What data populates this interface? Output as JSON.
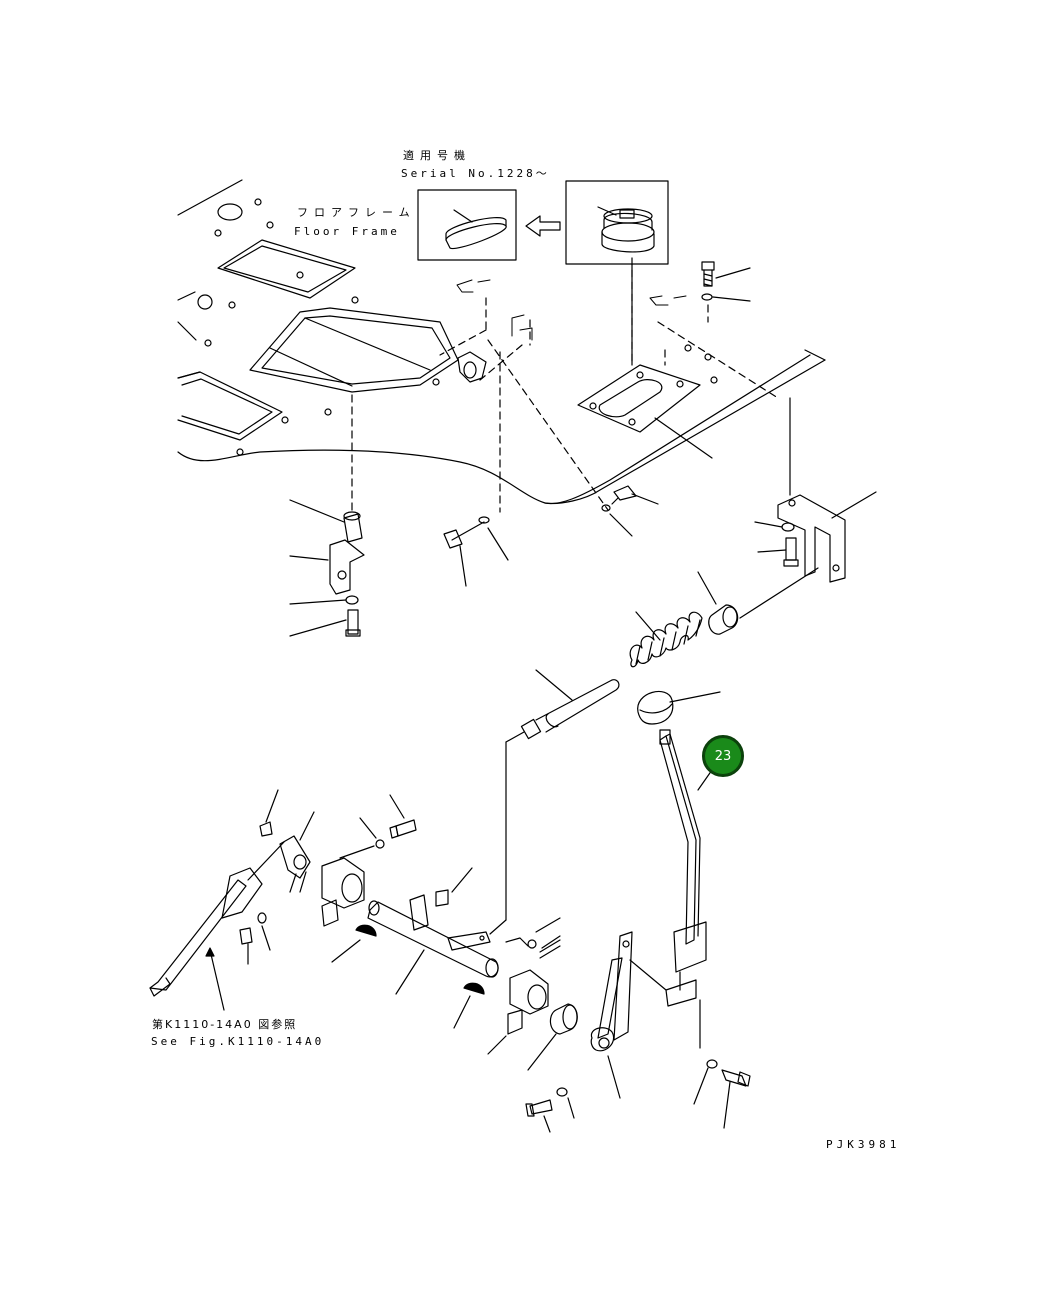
{
  "labels": {
    "serial_jp": "適用号機",
    "serial_en": "Serial No.1228～",
    "floor_jp": "フロアフレーム",
    "floor_en": "Floor Frame",
    "see_jp": "第K1110-14A0 図参照",
    "see_en": "See Fig.K1110-14A0",
    "drawing_code": "PJK3981"
  },
  "callout": {
    "number": "23",
    "color": "#1a8a1a"
  }
}
